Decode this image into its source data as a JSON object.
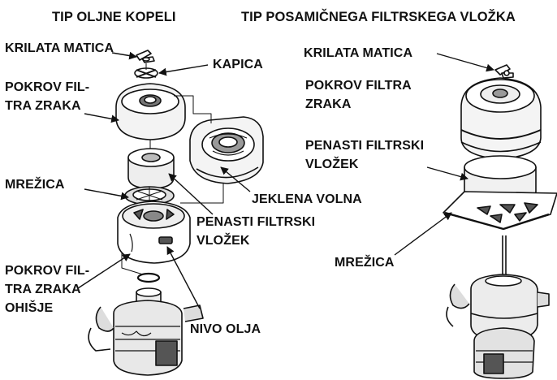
{
  "headers": {
    "left": "TIP OLJNE KOPELI",
    "right": "TIP POSAMIČNEGA FILTRSKEGA VLOŽKA"
  },
  "oil_bath": {
    "wing_nut": "KRILATA MATICA",
    "cap": "KAPICA",
    "cover_line1": "POKROV FIL-",
    "cover_line2": "TRA ZRAKA",
    "screen": "MREŽICA",
    "steel_wool": "JEKLENA VOLNA",
    "foam_line1": "PENASTI FILTRSKI",
    "foam_line2": "VLOŽEK",
    "housing_line1": "POKROV FIL-",
    "housing_line2": "TRA ZRAKA",
    "housing_line3": "OHIŠJE",
    "oil_level": "NIVO OLJA"
  },
  "single_element": {
    "wing_nut": "KRILATA MATICA",
    "cover_line1": "POKROV FILTRA",
    "cover_line2": "ZRAKA",
    "foam_line1": "PENASTI FILTRSKI",
    "foam_line2": "VLOŽEK",
    "screen": "MREŽICA"
  },
  "colors": {
    "ink": "#111111",
    "fill": "#ffffff",
    "shade": "#cfcfcf"
  }
}
